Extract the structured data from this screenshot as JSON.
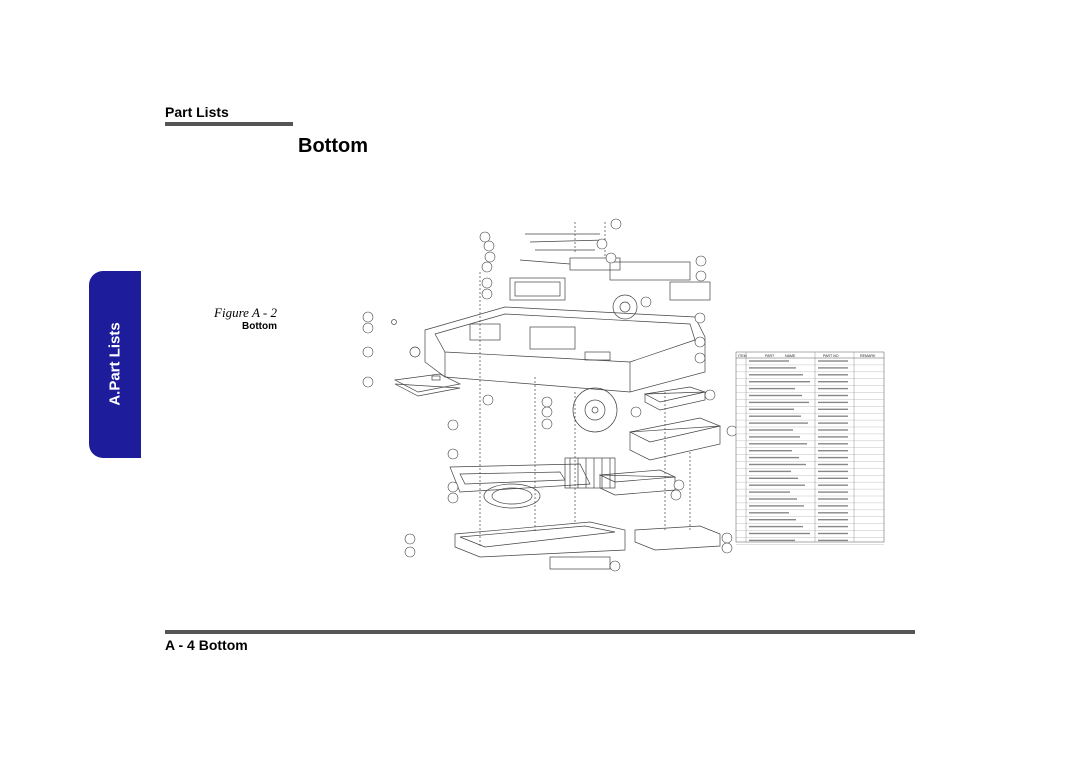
{
  "header": {
    "section_title": "Part Lists"
  },
  "page_title": "Bottom",
  "side_tab": {
    "label": "A.Part Lists"
  },
  "figure": {
    "caption": "Figure A - 2",
    "subtitle": "Bottom",
    "bom_headers": [
      "ITEM",
      "PART",
      "NAME",
      "PART NO",
      "REMARK"
    ]
  },
  "footer": {
    "section_label": "A - 4 Bottom"
  },
  "colors": {
    "side_tab": "#1d1d9c",
    "rule": "#555555"
  }
}
